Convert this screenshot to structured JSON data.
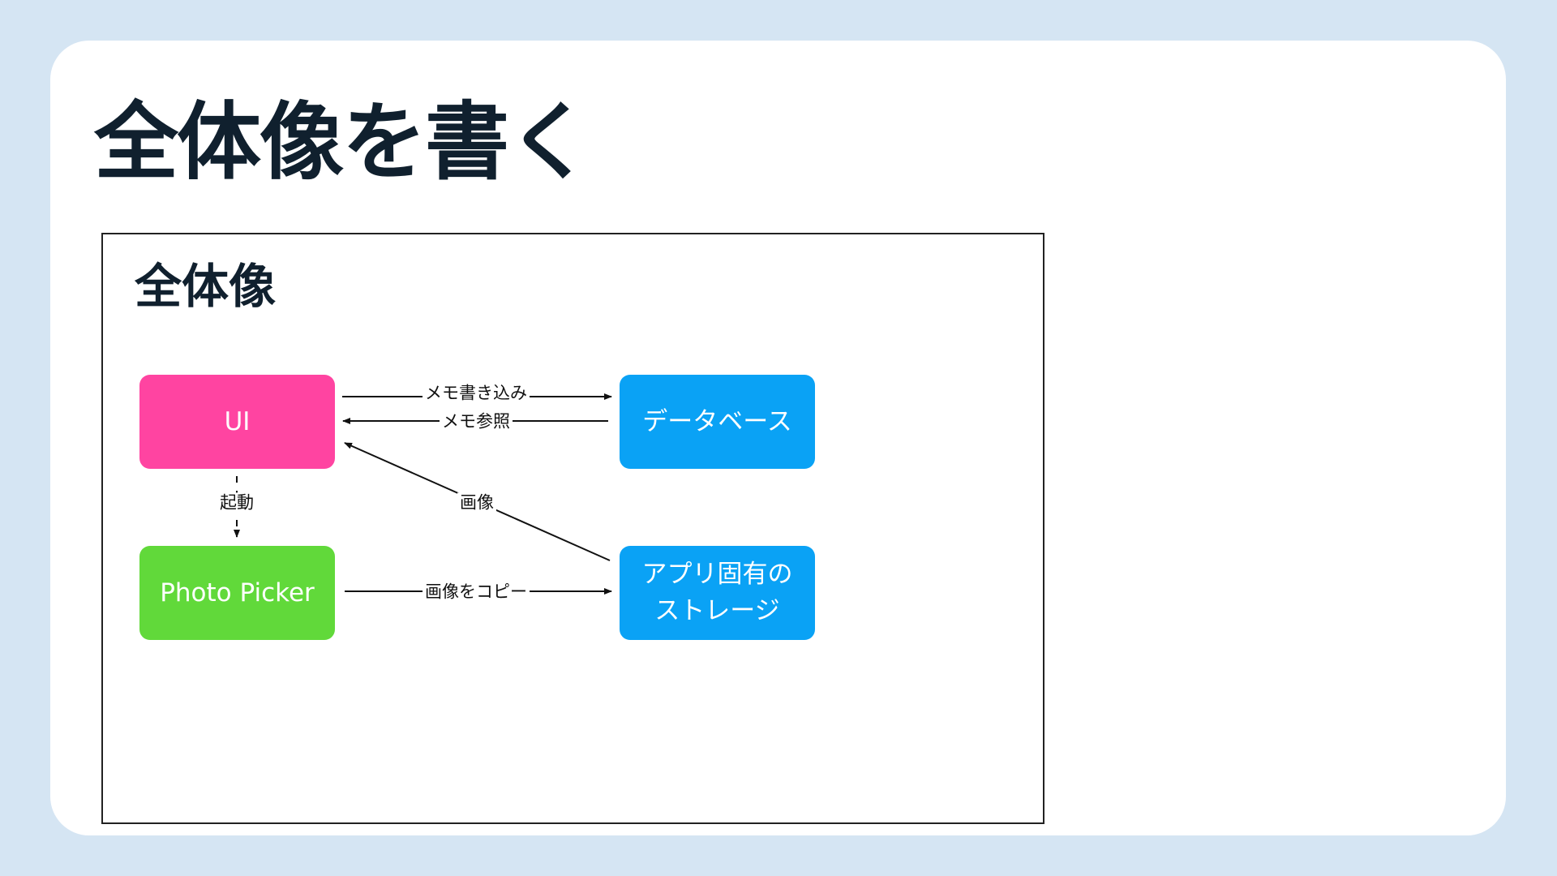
{
  "slide": {
    "title": "全体像を書く",
    "background_color": "#d5e5f3"
  },
  "diagram": {
    "title": "全体像",
    "nodes": [
      {
        "id": "ui",
        "label": "UI",
        "color": "#ff44a1"
      },
      {
        "id": "database",
        "label": "データベース",
        "color": "#0aa2f5"
      },
      {
        "id": "photo_picker",
        "label": "Photo Picker",
        "color": "#61d93a"
      },
      {
        "id": "app_storage",
        "label": "アプリ固有の\nストレージ",
        "color": "#0aa2f5"
      }
    ],
    "edges": [
      {
        "from": "ui",
        "to": "database",
        "label": "メモ書き込み",
        "style": "solid"
      },
      {
        "from": "database",
        "to": "ui",
        "label": "メモ参照",
        "style": "solid"
      },
      {
        "from": "ui",
        "to": "photo_picker",
        "label": "起動",
        "style": "dashed"
      },
      {
        "from": "app_storage",
        "to": "ui",
        "label": "画像",
        "style": "solid"
      },
      {
        "from": "photo_picker",
        "to": "app_storage",
        "label": "画像をコピー",
        "style": "solid"
      }
    ]
  }
}
